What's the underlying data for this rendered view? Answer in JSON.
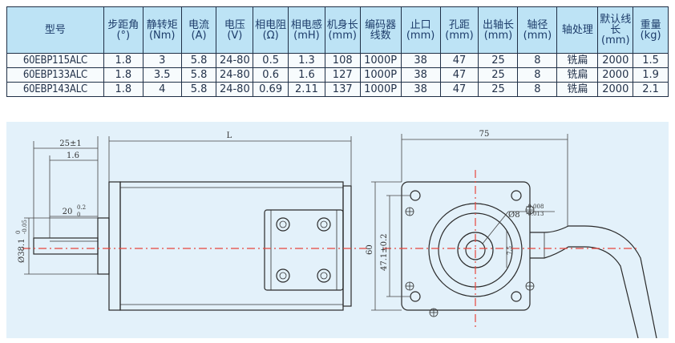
{
  "table": {
    "headers": [
      "型号",
      "步距角 (°)",
      "静转矩 (Nm)",
      "电流 (A)",
      "电压 (V)",
      "相电阻 (Ω)",
      "相电感 (mH)",
      "机身长 (mm)",
      "编码器线数",
      "止口 (mm)",
      "孔距 (mm)",
      "出轴长 (mm)",
      "轴径 (mm)",
      "轴处理",
      "默认线长 (mm)",
      "重量 (kg)"
    ],
    "rows": [
      [
        "60EBP115ALC",
        "1.8",
        "3",
        "5.8",
        "24-80",
        "0.5",
        "1.3",
        "108",
        "1000P",
        "38",
        "47",
        "25",
        "8",
        "铣扁",
        "2000",
        "1.5"
      ],
      [
        "60EBP133ALC",
        "1.8",
        "3.5",
        "5.8",
        "24-80",
        "0.6",
        "1.6",
        "127",
        "1000P",
        "38",
        "47",
        "25",
        "8",
        "铣扁",
        "2000",
        "1.9"
      ],
      [
        "60EBP143ALC",
        "1.8",
        "4",
        "5.8",
        "24-80",
        "0.69",
        "2.11",
        "137",
        "1000P",
        "38",
        "47",
        "25",
        "8",
        "铣扁",
        "2000",
        "2.1"
      ]
    ]
  },
  "drawing": {
    "side_view": {
      "dim_shaft_length": "25±1",
      "dim_flat_offset": "1.6",
      "dim_flat_length": "20",
      "dim_flat_length_tol_upper": "0.2",
      "dim_flat_length_tol_lower": "0",
      "dim_pilot_diameter": "Ø38.1",
      "dim_pilot_tol_upper": "0",
      "dim_pilot_tol_lower": "-0.05",
      "dim_body_length": "L"
    },
    "front_view": {
      "dim_width": "75",
      "dim_height": "60",
      "dim_hole_spacing": "47.1±0.2",
      "dim_shaft_diameter": "Ø8",
      "dim_shaft_tol_upper": "-0.008",
      "dim_shaft_tol_lower": "-0.013",
      "dim_flat_depth": "7.5"
    }
  }
}
